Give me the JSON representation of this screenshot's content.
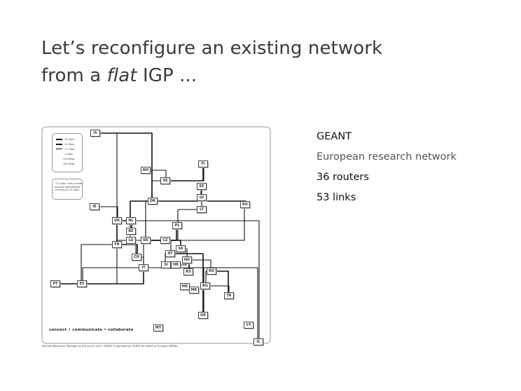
{
  "slide": {
    "title_line1": "Let’s reconfigure an existing network",
    "title_line2_prefix": "from a ",
    "title_line2_emphasis": "flat",
    "title_line2_suffix": " IGP ..."
  },
  "info": {
    "name": "GEANT",
    "description": "European research network",
    "routers": "36 routers",
    "links": "53 links"
  },
  "figure": {
    "legend": {
      "items": [
        "10 Gbps",
        "10 Gbps",
        "2.5 Gbps",
        "1 Gbps",
        "310 Mbps",
        "155 Mbps"
      ],
      "note": "\"10 Gbps\" lines provide multiple wavelengths currently at 10 Gbps."
    },
    "tagline": "connect • communicate • collaborate",
    "caption": "Planned Backbone Topology by the end of 2010. GÉANT is operated by DANTE on behalf of Europe’s NRENs.",
    "nodes": [
      "IS",
      "NO",
      "SE",
      "FI",
      "EE",
      "LV",
      "LT",
      "RU",
      "DK",
      "IE",
      "UK",
      "NL",
      "BE",
      "LU",
      "DE",
      "PL",
      "CZ",
      "FR",
      "SK",
      "AT",
      "CH",
      "SI",
      "HR",
      "HU",
      "IT",
      "RS",
      "RO",
      "PT",
      "ES",
      "ME",
      "MK",
      "BG",
      "TR",
      "GR",
      "MT",
      "CY",
      "IL"
    ],
    "links": [
      [
        "IS",
        "DK"
      ],
      [
        "IS",
        "UK"
      ],
      [
        "NO",
        "SE"
      ],
      [
        "NO",
        "DK"
      ],
      [
        "SE",
        "FI"
      ],
      [
        "SE",
        "FI"
      ],
      [
        "SE",
        "DK"
      ],
      [
        "DK",
        "EE"
      ],
      [
        "DK",
        "RU"
      ],
      [
        "EE",
        "LV"
      ],
      [
        "LV",
        "LT"
      ],
      [
        "LT",
        "PL"
      ],
      [
        "DK",
        "NL"
      ],
      [
        "DK",
        "DE"
      ],
      [
        "IE",
        "UK"
      ],
      [
        "UK",
        "NL"
      ],
      [
        "UK",
        "FR"
      ],
      [
        "UK",
        "IL"
      ],
      [
        "NL",
        "BE"
      ],
      [
        "NL",
        "DE"
      ],
      [
        "UK",
        "BE"
      ],
      [
        "BE",
        "LU"
      ],
      [
        "LU",
        "FR"
      ],
      [
        "DE",
        "LU"
      ],
      [
        "DE",
        "PL"
      ],
      [
        "DE",
        "CZ"
      ],
      [
        "CZ",
        "PL"
      ],
      [
        "DE",
        "RU"
      ],
      [
        "DE",
        "SK"
      ],
      [
        "DE",
        "AT"
      ],
      [
        "DE",
        "CH"
      ],
      [
        "DE",
        "IT"
      ],
      [
        "FR",
        "CH"
      ],
      [
        "FR",
        "ES"
      ],
      [
        "CH",
        "IT"
      ],
      [
        "IT",
        "ES"
      ],
      [
        "PT",
        "ES"
      ],
      [
        "PT",
        "UK"
      ],
      [
        "AT",
        "SK"
      ],
      [
        "AT",
        "SI"
      ],
      [
        "AT",
        "GR"
      ],
      [
        "SI",
        "HR"
      ],
      [
        "HR",
        "HU"
      ],
      [
        "SK",
        "HU"
      ],
      [
        "HU",
        "RS"
      ],
      [
        "HU",
        "RO"
      ],
      [
        "HU",
        "GR"
      ],
      [
        "RO",
        "BG"
      ],
      [
        "RO",
        "TR"
      ],
      [
        "BG",
        "TR"
      ],
      [
        "IT",
        "GR"
      ],
      [
        "IT",
        "IL"
      ],
      [
        "ES",
        "IT"
      ]
    ]
  }
}
